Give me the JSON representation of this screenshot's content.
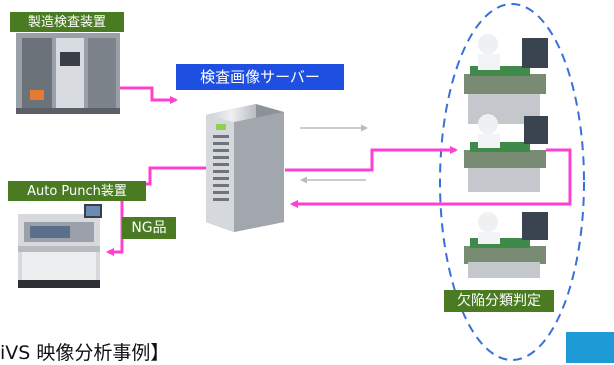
{
  "labels": {
    "inspection_device": "製造検査装置",
    "image_server": "検査画像サーバー",
    "auto_punch": "Auto Punch装置",
    "ng_item": "NG品",
    "defect_classification": "欠陥分類判定"
  },
  "caption": "iVS 映像分析事例】",
  "colors": {
    "flow_arrow": "#ff3fd0",
    "label_green": "#4a7a22",
    "label_blue": "#1f4fe0",
    "dashed_group": "#3b6fd8",
    "corner_accent": "#1e9ad6"
  }
}
